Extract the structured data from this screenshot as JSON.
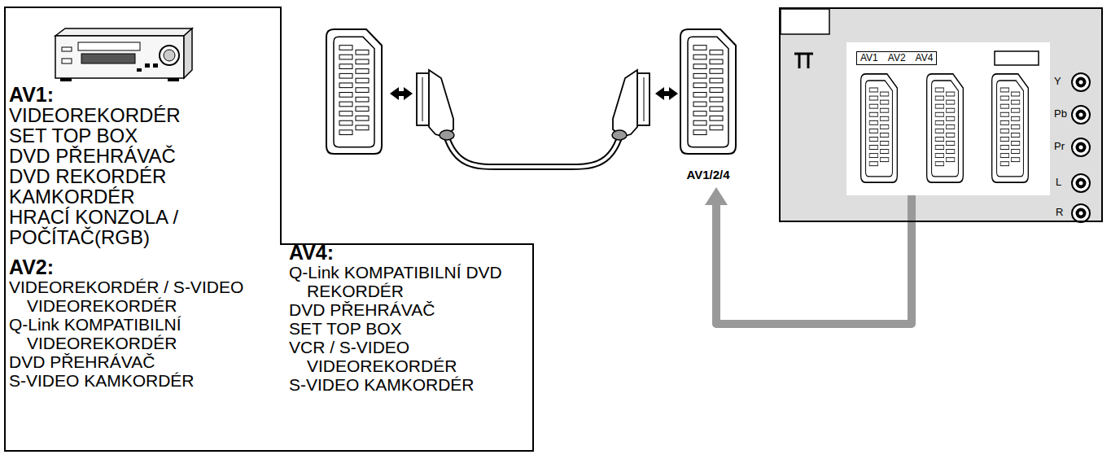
{
  "diagram": {
    "nodes": [
      {
        "text": [
          "AV1:",
          "VIDEOREKORDÉR",
          "SET TOP BOX",
          "DVD PŘEHRÁVAČ",
          "DVD REKORDÉR",
          "KAMKORDÉR",
          "HRACÍ KONZOLA / POČÍTAČ(RGB)",
          "AV2:",
          "VIDEOREKORDÉR / S-VIDEO VIDEOREKORDÉR",
          "Q-Link KOMPATIBILNÍ VIDEOREKORDÉR",
          "DVD PŘEHRÁVAČ",
          "S-VIDEO KAMKORDÉR",
          "AV4:",
          "Q-Link KOMPATIBILNÍ DVD REKORDÉR",
          "DVD PŘEHRÁVAČ",
          "SET TOP BOX",
          "VCR / S-VIDEO VIDEOREKORDÉR",
          "S-VIDEO KAMKORDÉR"
        ]
      },
      {
        "text": [
          "AV1/2/4"
        ]
      },
      {
        "text": [
          "Y",
          "Pb",
          "Pr",
          "L",
          "R"
        ]
      },
      {
        "text": [
          "AV1",
          "AV2",
          "AV4"
        ],
        "in": 2
      }
    ],
    "edges": [
      {
        "from": 3,
        "to": 1,
        "arrow": "to"
      }
    ]
  }
}
